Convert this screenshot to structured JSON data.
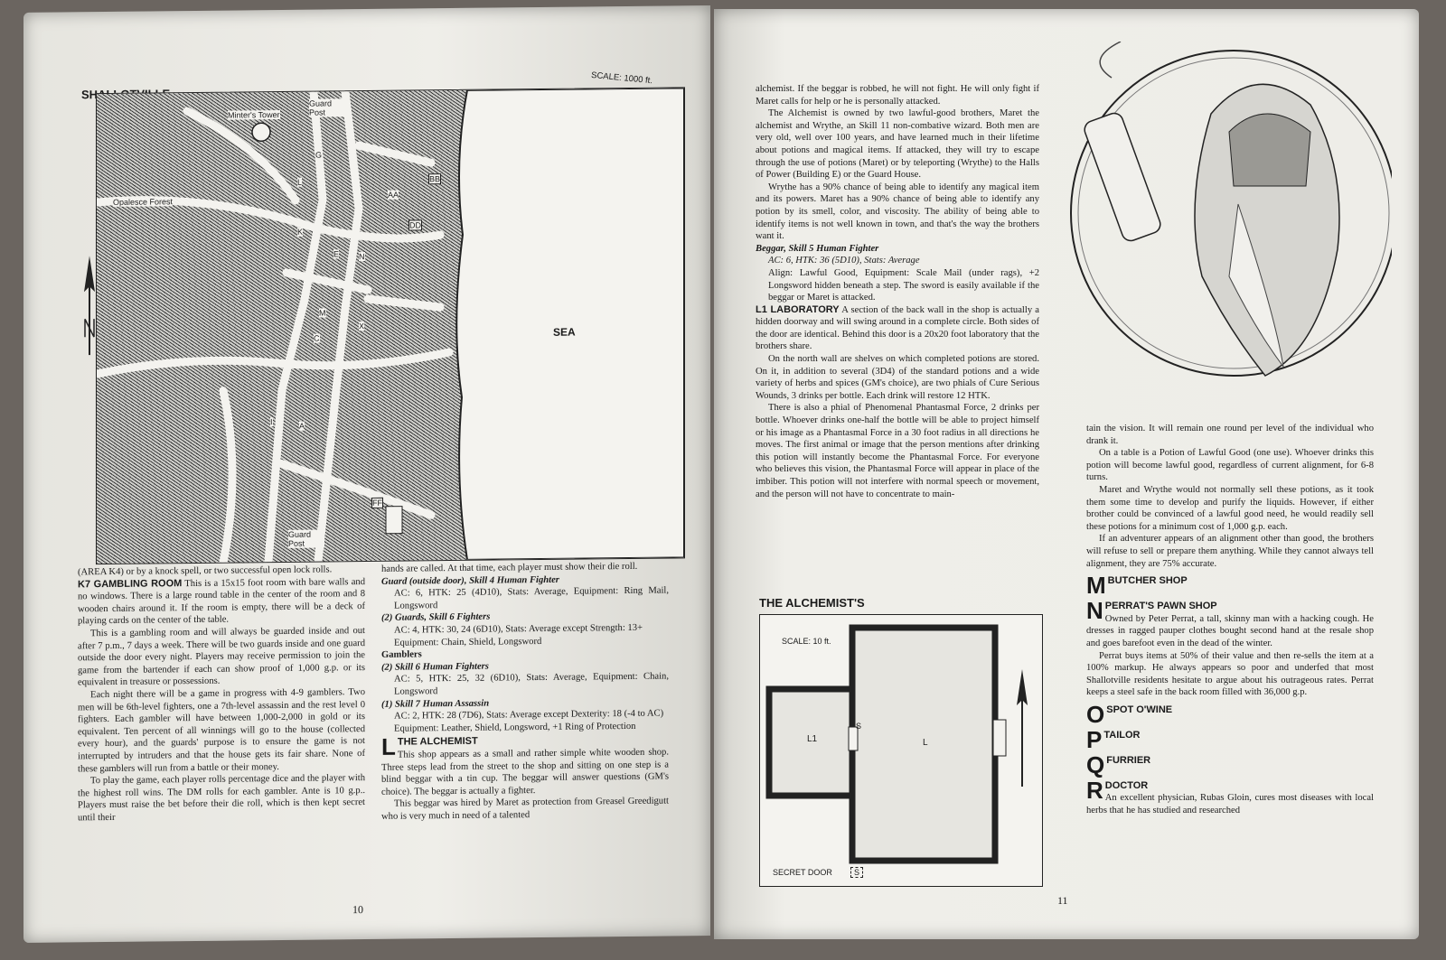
{
  "left_page": {
    "map": {
      "title": "SHALLOTVILLE",
      "scale": "SCALE: 1000 ft.",
      "sea": "SEA",
      "forest": "Opalesce Forest",
      "tower": "Minter's Tower",
      "guard_post_top": "Guard Post",
      "guard_post_bottom": "Guard Post",
      "bldg_labels": [
        "G",
        "L",
        "K",
        "E",
        "N",
        "AA",
        "DD",
        "BB",
        "M",
        "C",
        "X",
        "I",
        "A",
        "FF"
      ]
    },
    "col1": {
      "intro": "(AREA K4) or by a knock spell, or two successful open lock rolls.",
      "k7_head": "K7 GAMBLING ROOM",
      "k7_text": "This is a 15x15 foot room with bare walls and no windows. There is a large round table in the center of the room and 8 wooden chairs around it. If the room is empty, there will be a deck of playing cards on the center of the table.",
      "p2": "This is a gambling room and will always be guarded inside and out after 7 p.m., 7 days a week. There will be two guards inside and one guard outside the door every night. Players may receive permission to join the game from the bartender if each can show proof of 1,000 g.p. or its equivalent in treasure or possessions.",
      "p3": "Each night there will be a game in progress with 4-9 gamblers. Two men will be 6th-level fighters, one a 7th-level assassin and the rest level 0 fighters. Each gambler will have between 1,000-2,000 in gold or its equivalent. Ten percent of all winnings will go to the house (collected every hour), and the guards' purpose is to ensure the game is not interrupted by intruders and that the house gets its fair share. None of these gamblers will run from a battle or their money.",
      "p4": "To play the game, each player rolls percentage dice and the player with the highest roll wins. The DM rolls for each gambler. Ante is 10 g.p.. Players must raise the bet before their die roll, which is then kept secret until their"
    },
    "col2": {
      "p1": "hands are called. At that time, each player must show their die roll.",
      "guard_head": "Guard (outside door), Skill 4 Human Fighter",
      "guard_stats": "AC: 6, HTK: 25 (4D10), Stats: Average, Equipment: Ring Mail, Longsword",
      "guards_head": "(2) Guards, Skill 6 Fighters",
      "guards_stats": "AC: 4, HTK: 30, 24 (6D10), Stats: Average except Strength: 13+",
      "guards_equip": "Equipment: Chain, Shield, Longsword",
      "gamblers": "Gamblers",
      "g1_head": "(2) Skill 6 Human Fighters",
      "g1_stats": "AC: 5, HTK: 25, 32 (6D10), Stats: Average, Equipment: Chain, Longsword",
      "g2_head": "(1) Skill 7 Human Assassin",
      "g2_stats": "AC: 2, HTK: 28 (7D6), Stats: Average except Dexterity: 18 (-4 to AC)",
      "g2_equip": "Equipment: Leather, Shield, Longsword, +1 Ring of Protection",
      "drop": "L",
      "alch_head": "THE ALCHEMIST",
      "alch_text": "This shop appears as a small and rather simple white wooden shop. Three steps lead from the street to the shop and sitting on one step is a blind beggar with a tin cup. The beggar will answer questions (GM's choice). The beggar is actually a fighter.",
      "p_last": "This beggar was hired by Maret as protection from Greasel Greedigutt who is very much in need of a talented"
    },
    "page_number": "10"
  },
  "right_page": {
    "col1": {
      "p1": "alchemist. If the beggar is robbed, he will not fight. He will only fight if Maret calls for help or he is personally attacked.",
      "p2": "The Alchemist is owned by two lawful-good brothers, Maret the alchemist and Wrythe, an Skill 11 non-combative wizard. Both men are very old, well over 100 years, and have learned much in their lifetime about potions and magical items. If attacked, they will try to escape through the use of potions (Maret) or by teleporting (Wrythe) to the Halls of Power (Building E) or the Guard House.",
      "p3": "Wrythe has a 90% chance of being able to identify any magical item and its powers. Maret has a 90% chance of being able to identify any potion by its smell, color, and viscosity. The ability of being able to identify items is not well known in town, and that's the way the brothers want it.",
      "beggar_head": "Beggar, Skill 5 Human Fighter",
      "beggar_stats": "AC: 6, HTK: 36 (5D10), Stats: Average",
      "beggar_align": "Align: Lawful Good, Equipment: Scale Mail (under rags), +2 Longsword hidden beneath a step. The sword is easily available if the beggar or Maret is attacked.",
      "l1_head": "L1 LABORATORY",
      "l1_text": "A section of the back wall in the shop is actually a hidden doorway and will swing around in a complete circle. Both sides of the door are identical. Behind this door is a 20x20 foot laboratory that the brothers share.",
      "p4": "On the north wall are shelves on which completed potions are stored. On it, in addition to several (3D4) of the standard potions and a wide variety of herbs and spices (GM's choice), are two phials of Cure Serious Wounds, 3 drinks per bottle. Each drink will restore 12 HTK.",
      "p5": "There is also a phial of Phenomenal Phantasmal Force, 2 drinks per bottle. Whoever drinks one-half the bottle will be able to project himself or his image as a Phantasmal Force in a 30 foot radius in all directions he moves. The first animal or image that the person mentions after drinking this potion will instantly become the Phantasmal Force. For everyone who believes this vision, the Phantasmal Force will appear in place of the imbiber. This potion will not interfere with normal speech or movement, and the person will not have to concentrate to main-"
    },
    "floorplan": {
      "title": "THE ALCHEMIST'S",
      "scale": "SCALE: 10 ft.",
      "room1": "L1",
      "room2": "L",
      "door": "S",
      "legend": "SECRET DOOR",
      "legend_key": "S"
    },
    "col2": {
      "p1": "tain the vision. It will remain one round per level of the individual who drank it.",
      "p2": "On a table is a Potion of Lawful Good (one use). Whoever drinks this potion will become lawful good, regardless of current alignment, for 6-8 turns.",
      "p3": "Maret and Wrythe would not normally sell these potions, as it took them some time to develop and purify the liquids. However, if either brother could be convinced of a lawful good need, he would readily sell these potions for a minimum cost of 1,000 g.p. each.",
      "p4": "If an adventurer appears of an alignment other than good, the brothers will refuse to sell or prepare them anything. While they cannot always tell alignment, they are 75% accurate.",
      "m_letter": "M",
      "m_head": "BUTCHER SHOP",
      "n_letter": "N",
      "n_head": "PERRAT'S PAWN SHOP",
      "n_text": "Owned by Peter Perrat, a tall, skinny man with a hacking cough. He dresses in ragged pauper clothes bought second hand at the resale shop and goes barefoot even in the dead of the winter.",
      "n_p2": "Perrat buys items at 50% of their value and then re-sells the item at a 100% markup. He always appears so poor and underfed that most Shallotville residents hesitate to argue about his outrageous rates. Perrat keeps a steel safe in the back room filled with 36,000 g.p.",
      "o_letter": "O",
      "o_head": "SPOT O'WINE",
      "p_letter": "P",
      "p_head": "TAILOR",
      "q_letter": "Q",
      "q_head": "FURRIER",
      "r_letter": "R",
      "r_head": "DOCTOR",
      "r_text": "An excellent physician, Rubas Gloin, cures most diseases with local herbs that he has studied and researched"
    },
    "page_number": "11"
  }
}
